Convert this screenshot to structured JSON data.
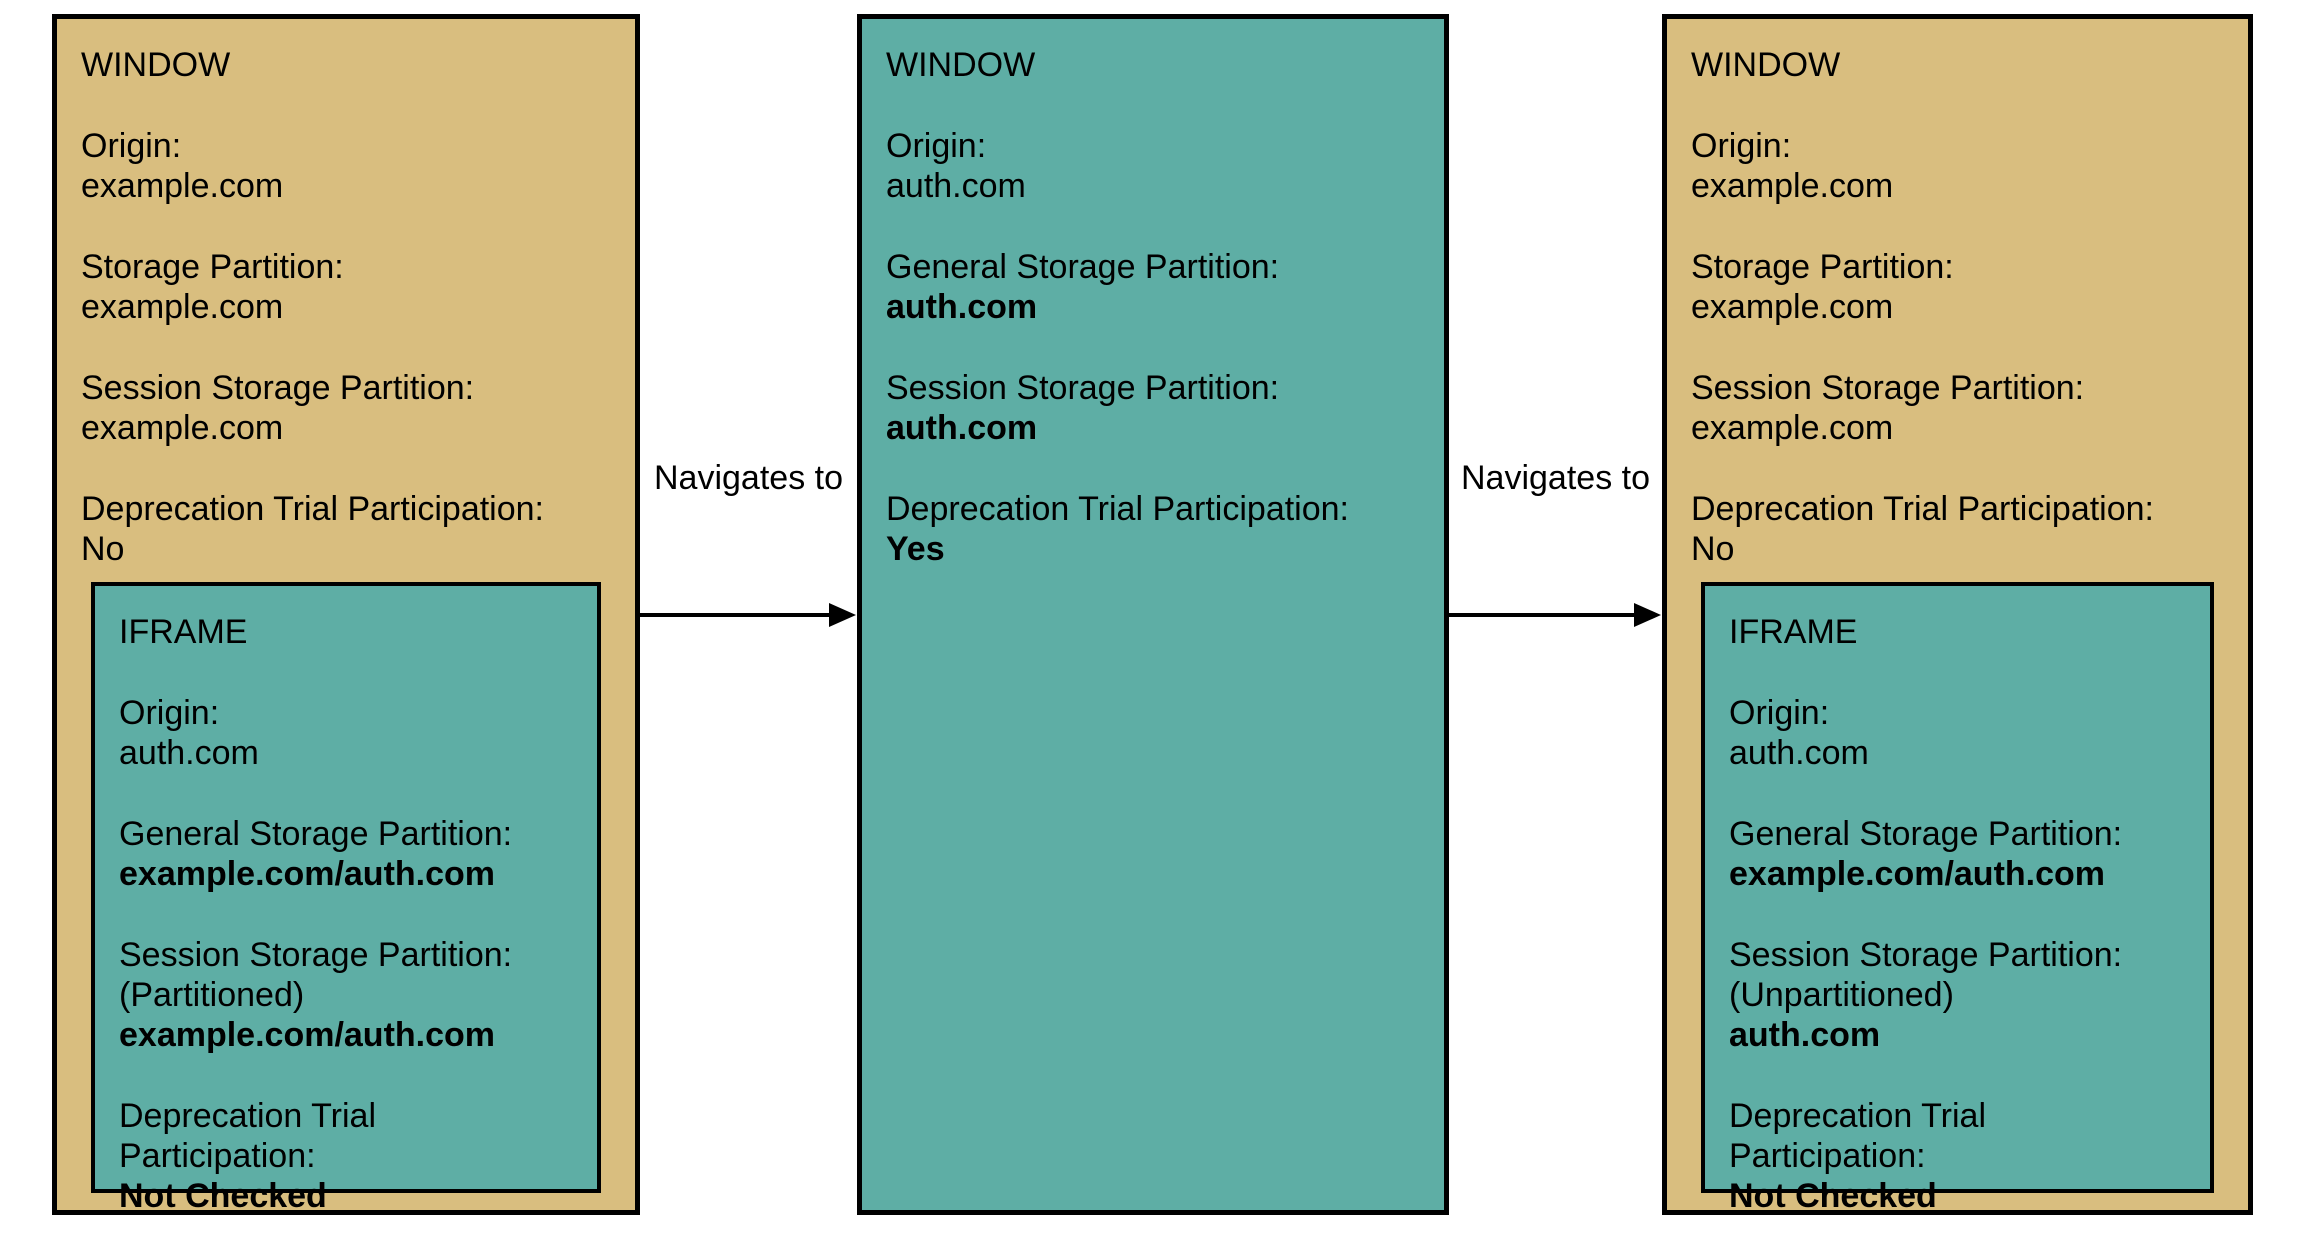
{
  "diagram": {
    "colors": {
      "window_fill": "#D9BE7F",
      "iframe_fill": "#5EAEA5",
      "border": "#000000",
      "background": "#FFFFFF",
      "text": "#000000"
    },
    "arrows": [
      {
        "label": "Navigates to"
      },
      {
        "label": "Navigates to"
      }
    ],
    "windows": [
      {
        "title": "WINDOW",
        "fields": [
          {
            "label": "Origin:",
            "value_lines": [
              {
                "text": "example.com",
                "bold": false
              }
            ]
          },
          {
            "label": "Storage Partition:",
            "value_lines": [
              {
                "text": "example.com",
                "bold": false
              }
            ]
          },
          {
            "label": "Session Storage Partition:",
            "value_lines": [
              {
                "text": "example.com",
                "bold": false
              }
            ]
          },
          {
            "label": "Deprecation Trial Participation:",
            "value_lines": [
              {
                "text": "No",
                "bold": false
              }
            ]
          }
        ],
        "iframe": {
          "title": "IFRAME",
          "fields": [
            {
              "label": "Origin:",
              "value_lines": [
                {
                  "text": "auth.com",
                  "bold": false
                }
              ]
            },
            {
              "label": "General Storage Partition:",
              "value_lines": [
                {
                  "text": "example.com/auth.com",
                  "bold": true
                }
              ]
            },
            {
              "label": "Session Storage Partition:",
              "value_lines": [
                {
                  "text": "(Partitioned)",
                  "bold": false
                },
                {
                  "text": "example.com/auth.com",
                  "bold": true
                }
              ]
            },
            {
              "label": "Deprecation Trial Participation:",
              "value_lines": [
                {
                  "text": "Not Checked",
                  "bold": true
                }
              ]
            }
          ]
        }
      },
      {
        "title": "WINDOW",
        "fields": [
          {
            "label": "Origin:",
            "value_lines": [
              {
                "text": "auth.com",
                "bold": false
              }
            ]
          },
          {
            "label": "General Storage Partition:",
            "value_lines": [
              {
                "text": "auth.com",
                "bold": true
              }
            ]
          },
          {
            "label": "Session Storage Partition:",
            "value_lines": [
              {
                "text": "auth.com",
                "bold": true
              }
            ]
          },
          {
            "label": "Deprecation Trial Participation:",
            "value_lines": [
              {
                "text": "Yes",
                "bold": true
              }
            ]
          }
        ],
        "iframe": null
      },
      {
        "title": "WINDOW",
        "fields": [
          {
            "label": "Origin:",
            "value_lines": [
              {
                "text": "example.com",
                "bold": false
              }
            ]
          },
          {
            "label": "Storage Partition:",
            "value_lines": [
              {
                "text": "example.com",
                "bold": false
              }
            ]
          },
          {
            "label": "Session Storage Partition:",
            "value_lines": [
              {
                "text": "example.com",
                "bold": false
              }
            ]
          },
          {
            "label": "Deprecation Trial Participation:",
            "value_lines": [
              {
                "text": "No",
                "bold": false
              }
            ]
          }
        ],
        "iframe": {
          "title": "IFRAME",
          "fields": [
            {
              "label": "Origin:",
              "value_lines": [
                {
                  "text": "auth.com",
                  "bold": false
                }
              ]
            },
            {
              "label": "General Storage Partition:",
              "value_lines": [
                {
                  "text": "example.com/auth.com",
                  "bold": true
                }
              ]
            },
            {
              "label": "Session Storage Partition:",
              "value_lines": [
                {
                  "text": "(Unpartitioned)",
                  "bold": false
                },
                {
                  "text": "auth.com",
                  "bold": true
                }
              ]
            },
            {
              "label": "Deprecation Trial Participation:",
              "value_lines": [
                {
                  "text": "Not Checked",
                  "bold": true
                }
              ]
            }
          ]
        }
      }
    ]
  }
}
